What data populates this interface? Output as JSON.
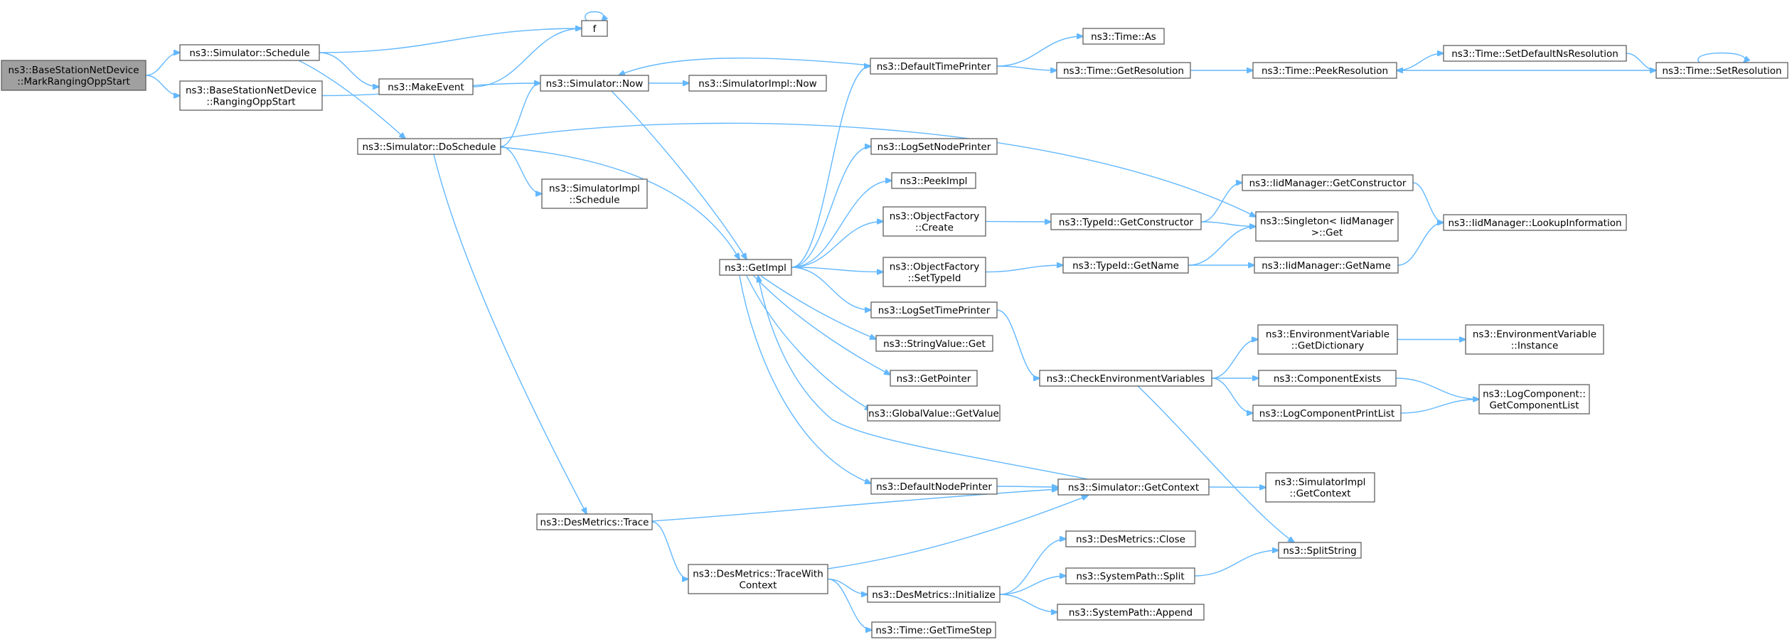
{
  "diagram": {
    "nodes": [
      {
        "id": "root",
        "lines": [
          "ns3::BaseStationNetDevice",
          "::MarkRangingOppStart"
        ],
        "root": true
      },
      {
        "id": "sched",
        "lines": [
          "ns3::Simulator::Schedule"
        ]
      },
      {
        "id": "rangingopp",
        "lines": [
          "ns3::BaseStationNetDevice",
          "::RangingOppStart"
        ]
      },
      {
        "id": "f",
        "lines": [
          "f"
        ]
      },
      {
        "id": "makeevent",
        "lines": [
          "ns3::MakeEvent"
        ]
      },
      {
        "id": "now",
        "lines": [
          "ns3::Simulator::Now"
        ]
      },
      {
        "id": "implnow",
        "lines": [
          "ns3::SimulatorImpl::Now"
        ]
      },
      {
        "id": "dosched",
        "lines": [
          "ns3::Simulator::DoSchedule"
        ]
      },
      {
        "id": "implsched",
        "lines": [
          "ns3::SimulatorImpl",
          "::Schedule"
        ]
      },
      {
        "id": "getimpl",
        "lines": [
          "ns3::GetImpl"
        ]
      },
      {
        "id": "deftp",
        "lines": [
          "ns3::DefaultTimePrinter"
        ]
      },
      {
        "id": "timeas",
        "lines": [
          "ns3::Time::As"
        ]
      },
      {
        "id": "getres",
        "lines": [
          "ns3::Time::GetResolution"
        ]
      },
      {
        "id": "peekres",
        "lines": [
          "ns3::Time::PeekResolution"
        ]
      },
      {
        "id": "setdefres",
        "lines": [
          "ns3::Time::SetDefaultNsResolution"
        ]
      },
      {
        "id": "setres",
        "lines": [
          "ns3::Time::SetResolution"
        ]
      },
      {
        "id": "logsetnp",
        "lines": [
          "ns3::LogSetNodePrinter"
        ]
      },
      {
        "id": "peekimpl",
        "lines": [
          "ns3::PeekImpl"
        ]
      },
      {
        "id": "ofcreate",
        "lines": [
          "ns3::ObjectFactory",
          "::Create"
        ]
      },
      {
        "id": "tidgetctor",
        "lines": [
          "ns3::TypeId::GetConstructor"
        ]
      },
      {
        "id": "iidgetctor",
        "lines": [
          "ns3::IidManager::GetConstructor"
        ]
      },
      {
        "id": "singleton",
        "lines": [
          "ns3::Singleton< IidManager",
          ">::Get"
        ]
      },
      {
        "id": "lookup",
        "lines": [
          "ns3::IidManager::LookupInformation"
        ]
      },
      {
        "id": "ofsettid",
        "lines": [
          "ns3::ObjectFactory",
          "::SetTypeId"
        ]
      },
      {
        "id": "tidgetname",
        "lines": [
          "ns3::TypeId::GetName"
        ]
      },
      {
        "id": "iidgetname",
        "lines": [
          "ns3::IidManager::GetName"
        ]
      },
      {
        "id": "logsettp",
        "lines": [
          "ns3::LogSetTimePrinter"
        ]
      },
      {
        "id": "strget",
        "lines": [
          "ns3::StringValue::Get"
        ]
      },
      {
        "id": "getptr",
        "lines": [
          "ns3::GetPointer"
        ]
      },
      {
        "id": "gvgetval",
        "lines": [
          "ns3::GlobalValue::GetValue"
        ]
      },
      {
        "id": "checkenv",
        "lines": [
          "ns3::CheckEnvironmentVariables"
        ]
      },
      {
        "id": "envdict",
        "lines": [
          "ns3::EnvironmentVariable",
          "::GetDictionary"
        ]
      },
      {
        "id": "envinst",
        "lines": [
          "ns3::EnvironmentVariable",
          "::Instance"
        ]
      },
      {
        "id": "compexists",
        "lines": [
          "ns3::ComponentExists"
        ]
      },
      {
        "id": "logcpl",
        "lines": [
          "ns3::LogComponentPrintList"
        ]
      },
      {
        "id": "logcgcl",
        "lines": [
          "ns3::LogComponent::",
          "GetComponentList"
        ]
      },
      {
        "id": "defnp",
        "lines": [
          "ns3::DefaultNodePrinter"
        ]
      },
      {
        "id": "getctx",
        "lines": [
          "ns3::Simulator::GetContext"
        ]
      },
      {
        "id": "implgetctx",
        "lines": [
          "ns3::SimulatorImpl",
          "::GetContext"
        ]
      },
      {
        "id": "dmtrace",
        "lines": [
          "ns3::DesMetrics::Trace"
        ]
      },
      {
        "id": "dmtracewc",
        "lines": [
          "ns3::DesMetrics::TraceWith",
          "Context"
        ]
      },
      {
        "id": "dmclose",
        "lines": [
          "ns3::DesMetrics::Close"
        ]
      },
      {
        "id": "dminit",
        "lines": [
          "ns3::DesMetrics::Initialize"
        ]
      },
      {
        "id": "spsplit",
        "lines": [
          "ns3::SystemPath::Split"
        ]
      },
      {
        "id": "splitstr",
        "lines": [
          "ns3::SplitString"
        ]
      },
      {
        "id": "spappend",
        "lines": [
          "ns3::SystemPath::Append"
        ]
      },
      {
        "id": "timestep",
        "lines": [
          "ns3::Time::GetTimeStep"
        ]
      }
    ],
    "edges": [
      [
        "root",
        "sched"
      ],
      [
        "root",
        "rangingopp"
      ],
      [
        "sched",
        "f"
      ],
      [
        "sched",
        "makeevent"
      ],
      [
        "sched",
        "dosched"
      ],
      [
        "makeevent",
        "f"
      ],
      [
        "f",
        "f"
      ],
      [
        "rangingopp",
        "now"
      ],
      [
        "now",
        "implnow"
      ],
      [
        "now",
        "getimpl"
      ],
      [
        "dosched",
        "now"
      ],
      [
        "dosched",
        "implsched"
      ],
      [
        "dosched",
        "getimpl"
      ],
      [
        "dosched",
        "singleton"
      ],
      [
        "dosched",
        "dmtrace"
      ],
      [
        "getimpl",
        "deftp"
      ],
      [
        "getimpl",
        "logsetnp"
      ],
      [
        "getimpl",
        "peekimpl"
      ],
      [
        "getimpl",
        "ofcreate"
      ],
      [
        "getimpl",
        "ofsettid"
      ],
      [
        "getimpl",
        "logsettp"
      ],
      [
        "getimpl",
        "strget"
      ],
      [
        "getimpl",
        "getptr"
      ],
      [
        "getimpl",
        "gvgetval"
      ],
      [
        "getimpl",
        "defnp"
      ],
      [
        "deftp",
        "now"
      ],
      [
        "deftp",
        "timeas"
      ],
      [
        "deftp",
        "getres"
      ],
      [
        "getres",
        "peekres"
      ],
      [
        "peekres",
        "setdefres"
      ],
      [
        "setdefres",
        "setres"
      ],
      [
        "setres",
        "peekres"
      ],
      [
        "setres",
        "setres"
      ],
      [
        "ofcreate",
        "tidgetctor"
      ],
      [
        "tidgetctor",
        "iidgetctor"
      ],
      [
        "tidgetctor",
        "singleton"
      ],
      [
        "iidgetctor",
        "lookup"
      ],
      [
        "ofsettid",
        "tidgetname"
      ],
      [
        "tidgetname",
        "singleton"
      ],
      [
        "tidgetname",
        "iidgetname"
      ],
      [
        "iidgetname",
        "lookup"
      ],
      [
        "logsettp",
        "checkenv"
      ],
      [
        "checkenv",
        "envdict"
      ],
      [
        "checkenv",
        "compexists"
      ],
      [
        "checkenv",
        "logcpl"
      ],
      [
        "checkenv",
        "splitstr"
      ],
      [
        "envdict",
        "envinst"
      ],
      [
        "compexists",
        "logcgcl"
      ],
      [
        "logcpl",
        "logcgcl"
      ],
      [
        "defnp",
        "getctx"
      ],
      [
        "getctx",
        "getimpl"
      ],
      [
        "getctx",
        "implgetctx"
      ],
      [
        "dmtrace",
        "getctx"
      ],
      [
        "dmtrace",
        "dmtracewc"
      ],
      [
        "dmtracewc",
        "getctx"
      ],
      [
        "dmtracewc",
        "dminit"
      ],
      [
        "dmtracewc",
        "timestep"
      ],
      [
        "dminit",
        "dmclose"
      ],
      [
        "dminit",
        "spsplit"
      ],
      [
        "dminit",
        "spappend"
      ],
      [
        "spsplit",
        "splitstr"
      ]
    ]
  }
}
